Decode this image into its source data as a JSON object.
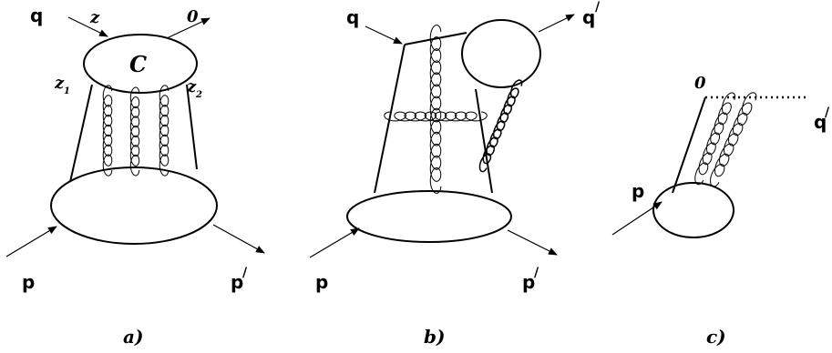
{
  "panels": [
    {
      "caption": "a)",
      "labels": {
        "q": "q",
        "z": "z",
        "zero": "0",
        "blob": "C",
        "z1": "z",
        "z1_sub": "1",
        "z2": "z",
        "z2_sub": "2",
        "p": "p",
        "p_prime": "p",
        "prime": "/"
      }
    },
    {
      "caption": "b)",
      "labels": {
        "q": "q",
        "q_prime": "q",
        "prime": "/",
        "p": "p",
        "p_prime": "p"
      }
    },
    {
      "caption": "c)",
      "labels": {
        "zero": "0",
        "q_prime": "q",
        "prime": "/",
        "p": "p"
      }
    }
  ]
}
